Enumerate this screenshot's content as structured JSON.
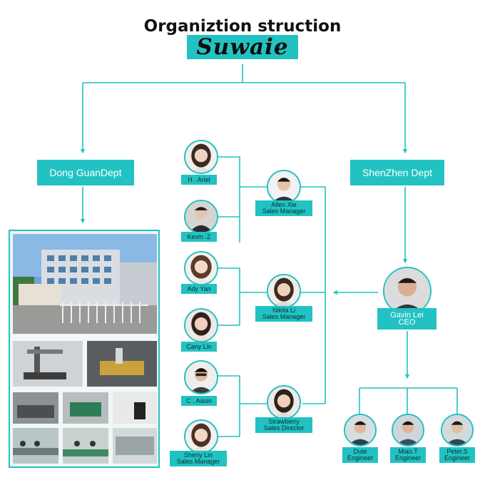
{
  "header": {
    "title": "Organiztion struction",
    "brand": "Suwaie"
  },
  "departments": {
    "left": "Dong GuanDept",
    "right": "ShenZhen Dept"
  },
  "ceo": {
    "name": "Gavin Lei",
    "title": "CEO"
  },
  "staff": [
    {
      "name": "H . Ariel",
      "role": ""
    },
    {
      "name": "Kevin .Z",
      "role": ""
    },
    {
      "name": "Ady Yan",
      "role": ""
    },
    {
      "name": "Cany Lin",
      "role": ""
    },
    {
      "name": "C . Aasin",
      "role": ""
    },
    {
      "name": "Sheny Lin",
      "role": "Sales Manager"
    }
  ],
  "managers": [
    {
      "name": "Allen Xie",
      "role": "Sales Manager"
    },
    {
      "name": "Nikita Li",
      "role": "Sales Manager"
    },
    {
      "name": "Strawberry",
      "role": "Sales Director"
    }
  ],
  "engineers": [
    {
      "name": "Dute",
      "role": "Engineer"
    },
    {
      "name": "Miao.T",
      "role": "Engineer"
    },
    {
      "name": "Peter.S",
      "role": "Engineer"
    }
  ],
  "colors": {
    "accent": "#22c2c2",
    "line": "#22c2c2"
  }
}
